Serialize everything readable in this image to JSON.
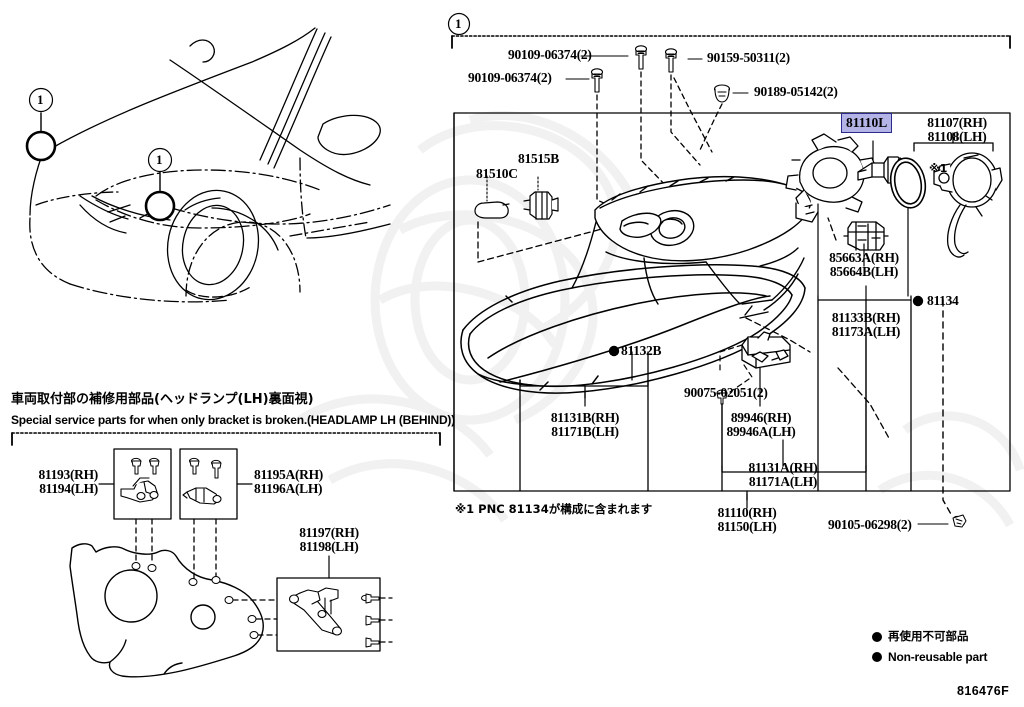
{
  "diagram": {
    "code": "816476F",
    "callout_number": "1"
  },
  "legend": {
    "jp": "再使用不可部品",
    "en": "Non-reusable part"
  },
  "notes": {
    "footnote_jp": "※1 PNC 81134が構成に含まれます",
    "footnote_marker": "※1"
  },
  "bracket_panel": {
    "title_jp": "車両取付部の補修用部品(ヘッドランプ(LH)裏面視)",
    "title_en": "Special service parts for when only bracket is broken.(HEADLAMP LH (BEHIND))",
    "labels": {
      "left_rh": "81193(RH)",
      "left_lh": "81194(LH)",
      "right_rh": "81195A(RH)",
      "right_lh": "81196A(LH)",
      "bottom_rh": "81197(RH)",
      "bottom_lh": "81198(LH)"
    }
  },
  "highlight": {
    "part": "81110L",
    "fill": "#b3b3e6",
    "stroke": "#2b2b8f"
  },
  "parts": {
    "bolt_top_a": "90109-06374(2)",
    "bolt_top_b": "90109-06374(2)",
    "bolt_top_c": "90159-50311(2)",
    "clip_top": "90189-05142(2)",
    "bulb_small": "81510C",
    "socket": "81515B",
    "headlamp_unit_rh": "81107(RH)",
    "headlamp_unit_lh": "81108(LH)",
    "connector_rh": "85663A(RH)",
    "connector_lh": "85664B(LH)",
    "ring_part": "81134",
    "bracket_b_rh": "81133B(RH)",
    "bracket_b_lh": "81173A(LH)",
    "lens_gasket": "81132B",
    "housing_b_rh": "81131B(RH)",
    "housing_b_lh": "81171B(LH)",
    "screw_ecu": "90075-02051(2)",
    "ecu_rh": "89946(RH)",
    "ecu_lh": "89946A(LH)",
    "housing_a_rh": "81131A(RH)",
    "housing_a_lh": "81171A(LH)",
    "assy_rh": "81110(RH)",
    "assy_lh": "81150(LH)",
    "screw_bottom": "90105-06298(2)"
  }
}
